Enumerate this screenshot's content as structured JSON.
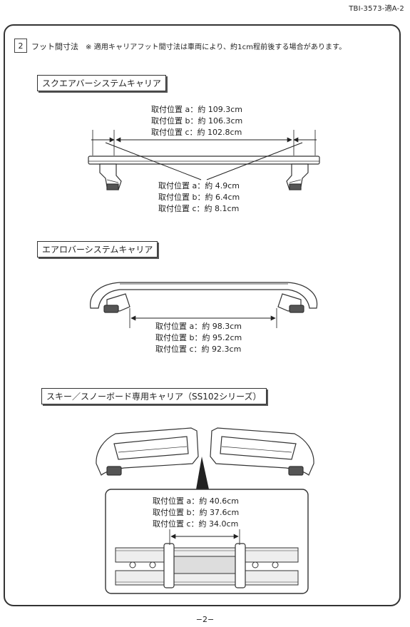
{
  "document_id": "TBI-3573-適A-2",
  "section": {
    "number": "2",
    "title": "フット間寸法",
    "note": "※ 適用キャリアフット間寸法は車両により、約1cm程前後する場合があります。"
  },
  "square_bar": {
    "label": "スクエアバーシステムキャリア",
    "inner_span": [
      "取付位置 a：約  109.3cm",
      "取付位置 b：約  106.3cm",
      "取付位置 c：約  102.8cm"
    ],
    "overhang": [
      "取付位置 a：約  4.9cm",
      "取付位置 b：約  6.4cm",
      "取付位置 c：約  8.1cm"
    ]
  },
  "aero_bar": {
    "label": "エアロバーシステムキャリア",
    "span": [
      "取付位置 a：約  98.3cm",
      "取付位置 b：約  95.2cm",
      "取付位置 c：約  92.3cm"
    ]
  },
  "ski_carrier": {
    "label": "スキー／スノーボード専用キャリア（SS102シリーズ）",
    "span": [
      "取付位置 a：約  40.6cm",
      "取付位置 b：約  37.6cm",
      "取付位置 c：約  34.0cm"
    ]
  },
  "page_number": "−2−"
}
